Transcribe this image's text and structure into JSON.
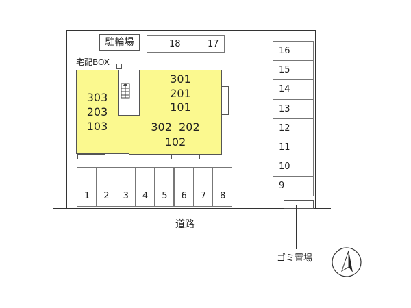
{
  "labels": {
    "bicycle_parking": "駐輪場",
    "delivery_box": "宅配BOX",
    "road": "道路",
    "garbage": "ゴミ置場"
  },
  "buildings": {
    "left_units": [
      "303",
      "203",
      "103"
    ],
    "top_right_units": [
      "301",
      "201",
      "101"
    ],
    "bottom_right_line1": "302  202",
    "bottom_right_line2": "102"
  },
  "parking": {
    "top": [
      "18",
      "17"
    ],
    "right": [
      "16",
      "15",
      "14",
      "13",
      "12",
      "11",
      "10",
      "9"
    ],
    "bottom": [
      "1",
      "2",
      "3",
      "4",
      "5",
      "6",
      "7",
      "8"
    ]
  },
  "colors": {
    "building_fill": "#fbf98f"
  }
}
